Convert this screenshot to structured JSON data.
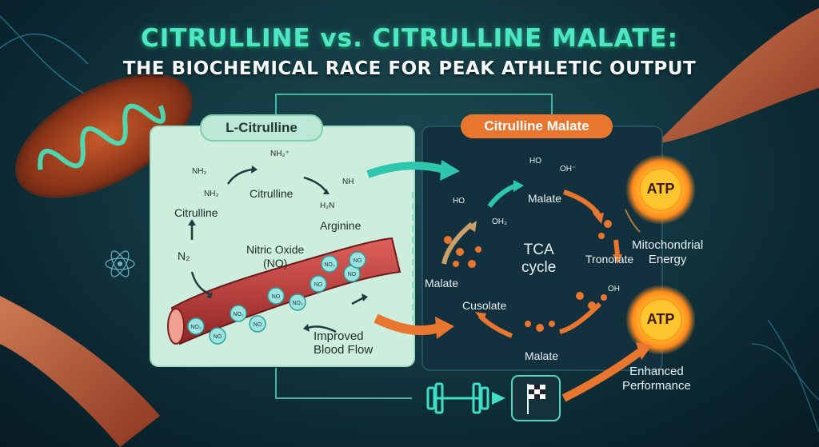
{
  "title_main": "CITRULLINE vs. CITRULLINE MALATE:",
  "title_sub": "THE BIOCHEMICAL RACE FOR PEAK ATHLETIC OUTPUT",
  "left_panel": {
    "header": "L-Citrulline",
    "labels": {
      "citrulline_1": "Citrulline",
      "citrulline_2": "Citrulline",
      "arginine": "Arginine",
      "nitric_oxide": "Nitric Oxide\n(NO)",
      "improved_blood_flow": "Improved\nBlood Flow",
      "n2": "N₂",
      "nh2_a": "NH₂",
      "nh2_b": "NH₂",
      "nh2_plus": "NH₂⁺",
      "nh": "NH",
      "h2n": "H₂N"
    },
    "vessel_particles": [
      "NO₃",
      "NO",
      "NO₃",
      "NO",
      "NO",
      "NO₃",
      "NO",
      "NO₃",
      "NO",
      "NO"
    ]
  },
  "right_panel": {
    "header": "Citrulline Malate",
    "labels": {
      "malate_top": "Malate",
      "malate_left": "Malate",
      "malate_bottom": "Malate",
      "tca": "TCA\ncycle",
      "tronorate": "Tronorate",
      "cusolate": "Cusolate",
      "ho_1": "HO",
      "oh_1": "OH⁻",
      "ho_2": "HO",
      "oh3": "OH₃",
      "oh_2": "OH"
    }
  },
  "outcomes": {
    "atp_label": "ATP",
    "mitochondrial": "Mitochondrial\nEnergy",
    "enhanced": "Enhanced\nPerformance"
  },
  "colors": {
    "title_teal": "#4fe6c6",
    "left_panel_bg": "#cdeedd",
    "right_panel_bg": "#12303d",
    "orange": "#e9762f",
    "teal_arrow": "#2ec6ae"
  }
}
